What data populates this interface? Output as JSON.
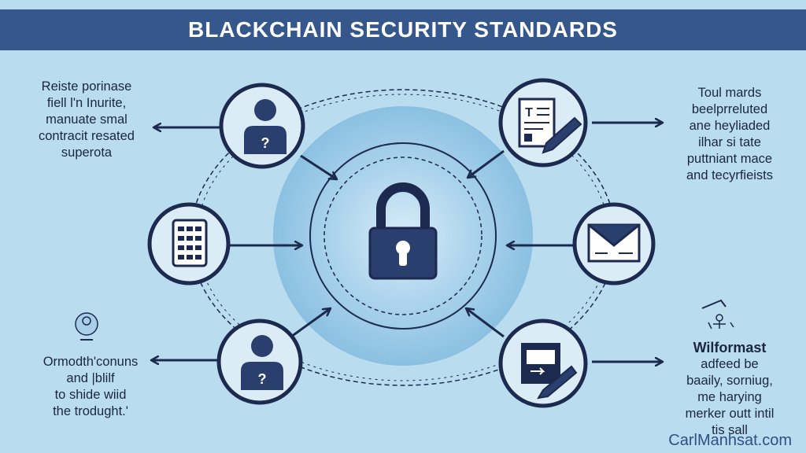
{
  "header": {
    "title": "BLACKCHAIN SECURITY STANDARDS"
  },
  "left_top": {
    "lines": [
      "Reiste porinase",
      "fiell l'n Inurite,",
      "manuate smal",
      "contracit resated",
      "superota"
    ]
  },
  "right_top": {
    "lines": [
      "Toul mards",
      "beelprreluted",
      "ane heyliaded",
      "ilhar si tate",
      "puttniant mace",
      "and tecyrfieists"
    ]
  },
  "left_bottom": {
    "lines": [
      "Ormodth'conuns",
      "and |blilf",
      "to shide wiid",
      "the trodught.'"
    ]
  },
  "right_bottom": {
    "heading": "Wilformast",
    "lines": [
      "adfeed be",
      "baaily, sorniug,",
      "me harying",
      "merker outt intil",
      "tis sall"
    ]
  },
  "watermark": {
    "text": "CarlManhsat.com"
  },
  "icons": {
    "center": "padlock-icon",
    "top_left": "user-question-icon",
    "mid_left": "tablet-icon",
    "bottom_left": "user-question-icon",
    "top_right": "document-pen-icon",
    "mid_right": "envelope-icon",
    "bottom_right": "screen-pen-icon"
  },
  "colors": {
    "background": "#b9dcef",
    "banner": "#35578c",
    "dark_navy": "#1b2a4e",
    "circle_fill": "#dcecf7",
    "glow": "#8ec2e2"
  }
}
